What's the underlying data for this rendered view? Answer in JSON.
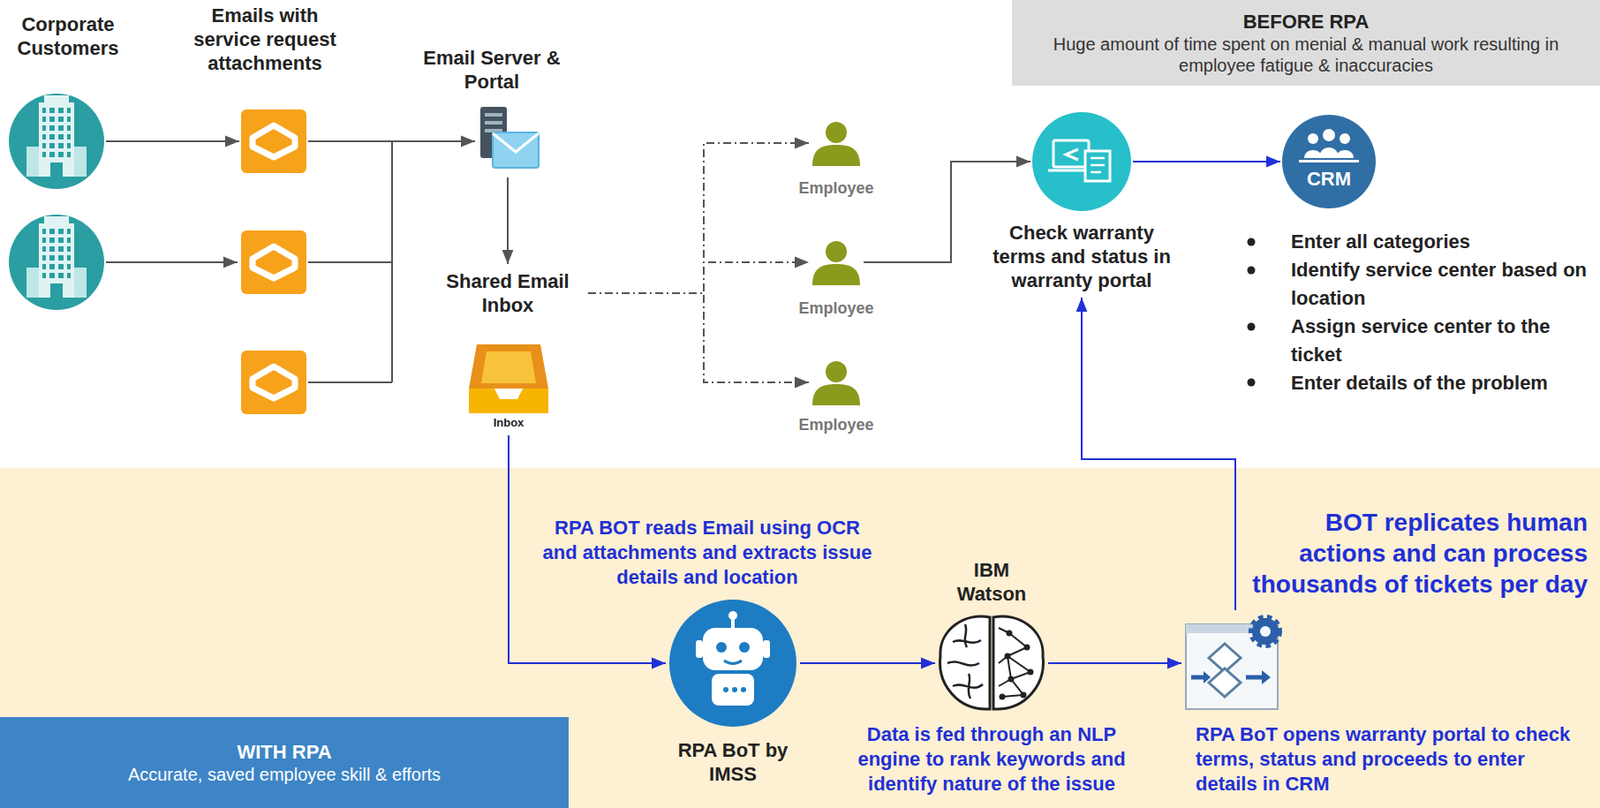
{
  "diagram": {
    "nodes": [
      {
        "text": [
          "BEFORE RPA",
          "Huge amount of time spent on menial & manual work resulting in employee fatigue & inaccuracies"
        ]
      },
      {
        "text": [
          "Corporate Customers"
        ]
      },
      {
        "text": [
          "Emails with service request attachments"
        ]
      },
      {
        "text": [
          "Email Server & Portal"
        ]
      },
      {
        "text": [
          "Shared Email Inbox",
          "Inbox"
        ]
      },
      {
        "text": [
          "Employee"
        ]
      },
      {
        "text": [
          "Employee"
        ]
      },
      {
        "text": [
          "Employee"
        ]
      },
      {
        "text": [
          "Check warranty terms and status in warranty portal"
        ]
      },
      {
        "text": [
          "CRM",
          "Enter all categories",
          "Identify service center based on location",
          "Assign service center to the ticket",
          "Enter details of the problem"
        ]
      },
      {
        "text": [
          "RPA BoT by IMSS"
        ]
      },
      {
        "text": [
          "IBM Watson",
          "Data is fed through an NLP engine to rank keywords and identify nature of the issue"
        ]
      },
      {
        "text": [
          "RPA BoT opens warranty portal to check terms, status and proceeds to enter details in CRM"
        ]
      },
      {
        "text": [
          "WITH RPA",
          "Accurate, saved employee skill & efforts"
        ]
      }
    ],
    "edges": [
      {
        "from": 1,
        "to": 2,
        "arrow": "to"
      },
      {
        "from": 2,
        "to": 3,
        "arrow": "to"
      },
      {
        "from": 3,
        "to": 4,
        "arrow": "to"
      },
      {
        "from": 4,
        "to": 5,
        "arrow": "to"
      },
      {
        "from": 4,
        "to": 6,
        "arrow": "to"
      },
      {
        "from": 4,
        "to": 7,
        "arrow": "to"
      },
      {
        "from": 6,
        "to": 8,
        "arrow": "to"
      },
      {
        "from": 8,
        "to": 9,
        "arrow": "to"
      },
      {
        "from": 4,
        "to": 10,
        "arrow": "to",
        "label": "RPA BOT reads Email using OCR and attachments and extracts issue details and location"
      },
      {
        "from": 10,
        "to": 11,
        "arrow": "to"
      },
      {
        "from": 11,
        "to": 12,
        "arrow": "to"
      },
      {
        "from": 12,
        "to": 8,
        "arrow": "to",
        "label": "BOT replicates human actions and can process thousands of tickets per day"
      }
    ]
  }
}
